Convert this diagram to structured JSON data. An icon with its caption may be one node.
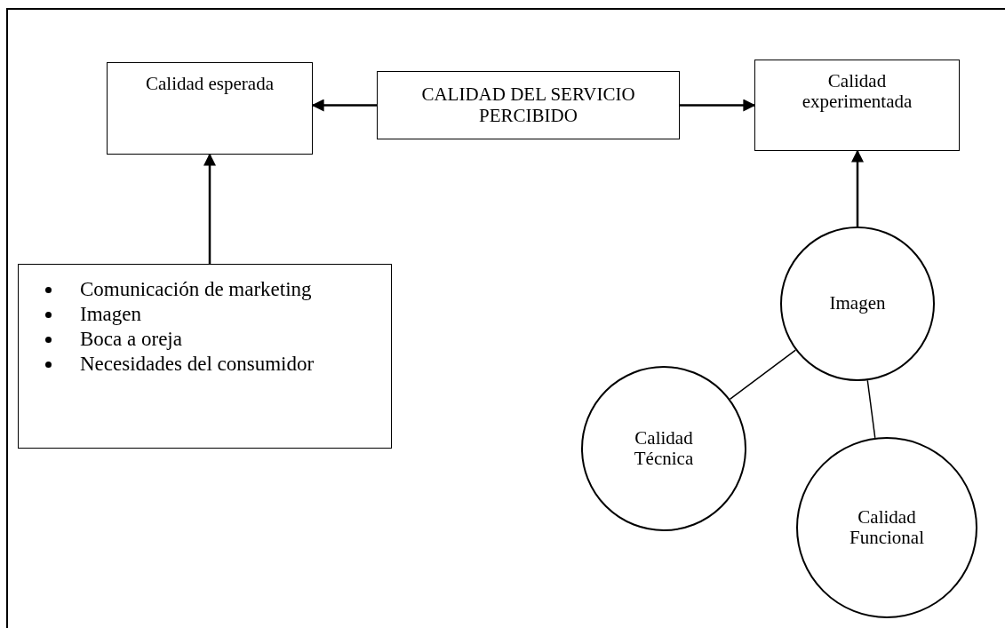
{
  "diagram": {
    "nodes": [
      {
        "text": [
          "Calidad esperada"
        ]
      },
      {
        "text": [
          "CALIDAD DEL SERVICIO PERCIBIDO"
        ]
      },
      {
        "text": [
          "Calidad experimentada"
        ]
      },
      {
        "text": [
          "Comunicación de marketing",
          "Imagen",
          "Boca a oreja",
          "Necesidades del consumidor"
        ]
      },
      {
        "text": [
          "Imagen"
        ]
      },
      {
        "text": [
          "Calidad Técnica"
        ]
      },
      {
        "text": [
          "Calidad Funcional"
        ]
      }
    ],
    "edges": [
      {
        "from": 1,
        "to": 0,
        "arrow": "to"
      },
      {
        "from": 1,
        "to": 2,
        "arrow": "to"
      },
      {
        "from": 3,
        "to": 0,
        "arrow": "to"
      },
      {
        "from": 4,
        "to": 2,
        "arrow": "to"
      },
      {
        "from": 4,
        "to": 5,
        "arrow": "none"
      },
      {
        "from": 4,
        "to": 6,
        "arrow": "none"
      }
    ]
  }
}
